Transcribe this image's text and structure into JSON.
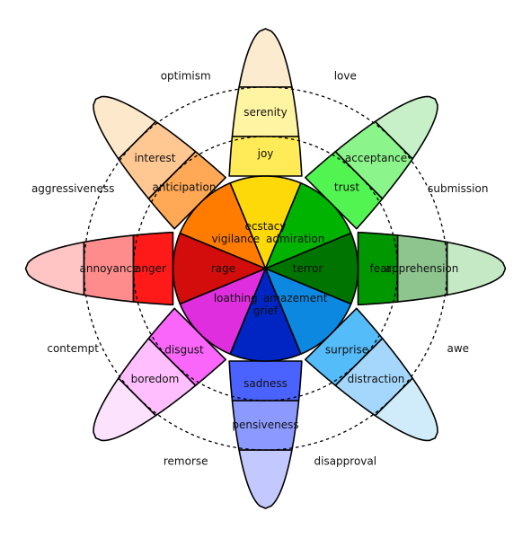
{
  "petals": [
    {
      "segments": [
        {
          "name": "ecstacy",
          "color": "#fdd90a"
        },
        {
          "name": "joy",
          "color": "#ffeb57"
        },
        {
          "name": "serenity",
          "color": "#fff4a2"
        },
        {
          "name": "",
          "color": "#fdebd0"
        }
      ]
    },
    {
      "segments": [
        {
          "name": "admiration",
          "color": "#00b300"
        },
        {
          "name": "trust",
          "color": "#52f452"
        },
        {
          "name": "acceptance",
          "color": "#8bf48b"
        },
        {
          "name": "",
          "color": "#c8f0c8"
        }
      ]
    },
    {
      "segments": [
        {
          "name": "terror",
          "color": "#007400"
        },
        {
          "name": "fear",
          "color": "#009700"
        },
        {
          "name": "apprehension",
          "color": "#8ec48e"
        },
        {
          "name": "",
          "color": "#c4e9c4"
        }
      ]
    },
    {
      "segments": [
        {
          "name": "amazement",
          "color": "#0c88e0"
        },
        {
          "name": "surprise",
          "color": "#55bcfa"
        },
        {
          "name": "distraction",
          "color": "#a4d7fb"
        },
        {
          "name": "",
          "color": "#d0ebfa"
        }
      ]
    },
    {
      "segments": [
        {
          "name": "grief",
          "color": "#0025c2"
        },
        {
          "name": "sadness",
          "color": "#4a63ff"
        },
        {
          "name": "pensiveness",
          "color": "#8c9aff"
        },
        {
          "name": "",
          "color": "#c3c8fe"
        }
      ]
    },
    {
      "segments": [
        {
          "name": "loathing",
          "color": "#de2edd"
        },
        {
          "name": "disgust",
          "color": "#fa66fa"
        },
        {
          "name": "boredom",
          "color": "#ffbffe"
        },
        {
          "name": "",
          "color": "#fde2fe"
        }
      ]
    },
    {
      "segments": [
        {
          "name": "rage",
          "color": "#d30c0c"
        },
        {
          "name": "anger",
          "color": "#ff1a1a"
        },
        {
          "name": "annoyance",
          "color": "#ff8c8c"
        },
        {
          "name": "",
          "color": "#ffc4c4"
        }
      ]
    },
    {
      "segments": [
        {
          "name": "vigilance",
          "color": "#ff7c00"
        },
        {
          "name": "anticipation",
          "color": "#ffa956"
        },
        {
          "name": "interest",
          "color": "#ffc893"
        },
        {
          "name": "",
          "color": "#fde8cb"
        }
      ]
    }
  ],
  "dyads": [
    "love",
    "submission",
    "awe",
    "disapproval",
    "remorse",
    "contempt",
    "aggressiveness",
    "optimism"
  ]
}
